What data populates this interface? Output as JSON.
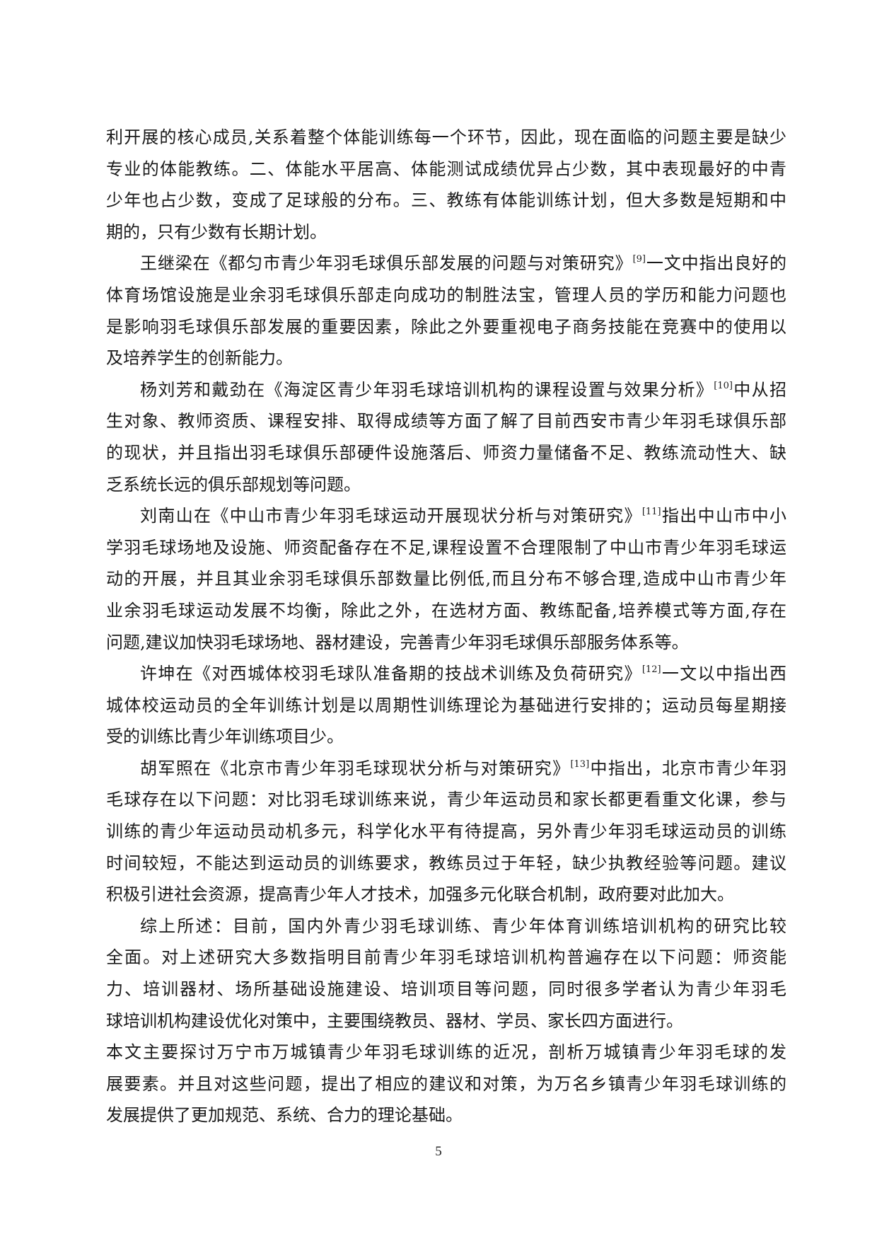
{
  "paragraphs": [
    {
      "indent": false,
      "lines": [
        "利开展的核心成员,关系着整个体能训练每一个环节，因此，现在面临的问题主要是缺少",
        "专业的体能教练。二、体能水平居高、体能测试成绩优异占少数，其中表现最好的中青",
        "少年也占少数，变成了足球般的分布。三、教练有体能训练计划，但大多数是短期和中",
        "期的，只有少数有长期计划。"
      ]
    },
    {
      "indent": true,
      "cite": "[9]",
      "lines_before_cite": "王继梁在《都匀市青少年羽毛球俱乐部发展的问题与对策研究》",
      "line1_after_cite": "一文中指出良好的",
      "lines": [
        "体育场馆设施是业余羽毛球俱乐部走向成功的制胜法宝，管理人员的学历和能力问题也",
        "是影响羽毛球俱乐部发展的重要因素，除此之外要重视电子商务技能在竞赛中的使用以",
        "及培养学生的创新能力。"
      ]
    },
    {
      "indent": true,
      "cite": "[10]",
      "lines_before_cite": "杨刘芳和戴劲在《海淀区青少年羽毛球培训机构的课程设置与效果分析》",
      "line1_after_cite": "中从招",
      "lines": [
        "生对象、教师资质、课程安排、取得成绩等方面了解了目前西安市青少年羽毛球俱乐部",
        "的现状，并且指出羽毛球俱乐部硬件设施落后、师资力量储备不足、教练流动性大、缺",
        "乏系统长远的俱乐部规划等问题。"
      ]
    },
    {
      "indent": true,
      "cite": "[11]",
      "lines_before_cite": "刘南山在《中山市青少年羽毛球运动开展现状分析与对策研究》",
      "line1_after_cite": "指出中山市中小",
      "lines": [
        "学羽毛球场地及设施、师资配备存在不足,课程设置不合理限制了中山市青少年羽毛球运",
        "动的开展，并且其业余羽毛球俱乐部数量比例低,而且分布不够合理,造成中山市青少年",
        "业余羽毛球运动发展不均衡，除此之外，在选材方面、教练配备,培养模式等方面,存在",
        "问题,建议加快羽毛球场地、器材建设，完善青少年羽毛球俱乐部服务体系等。"
      ]
    },
    {
      "indent": true,
      "cite": "[12]",
      "lines_before_cite": "许坤在《对西城体校羽毛球队准备期的技战术训练及负荷研究》",
      "line1_after_cite": "一文以中指出西",
      "lines": [
        "城体校运动员的全年训练计划是以周期性训练理论为基础进行安排的；运动员每星期接",
        "受的训练比青少年训练项目少。"
      ]
    },
    {
      "indent": true,
      "cite": "[13]",
      "lines_before_cite": "胡军照在《北京市青少年羽毛球现状分析与对策研究》",
      "line1_after_cite": "中指出，北京市青少年羽",
      "lines": [
        "毛球存在以下问题：对比羽毛球训练来说，青少年运动员和家长都更看重文化课，参与",
        "训练的青少年运动员动机多元，科学化水平有待提高，另外青少年羽毛球运动员的训练",
        "时间较短，不能达到运动员的训练要求，教练员过于年轻，缺少执教经验等问题。建议",
        "积极引进社会资源，提高青少年人才技术，加强多元化联合机制，政府要对此加大。"
      ]
    },
    {
      "indent": true,
      "lines": [
        "综上所述：目前，国内外青少羽毛球训练、青少年体育训练培训机构的研究比较",
        "全面。对上述研究大多数指明目前青少年羽毛球培训机构普遍存在以下问题：师资能",
        "力、培训器材、场所基础设施建设、培训项目等问题，同时很多学者认为青少年羽毛",
        "球培训机构建设优化对策中，主要围绕教员、器材、学员、家长四方面进行。"
      ]
    },
    {
      "indent": false,
      "lines": [
        "本文主要探讨万宁市万城镇青少年羽毛球训练的近况，剖析万城镇青少年羽毛球的发",
        "展要素。并且对这些问题，提出了相应的建议和对策，为万名乡镇青少年羽毛球训练的",
        "发展提供了更加规范、系统、合力的理论基础。"
      ]
    }
  ],
  "page_number": "5"
}
